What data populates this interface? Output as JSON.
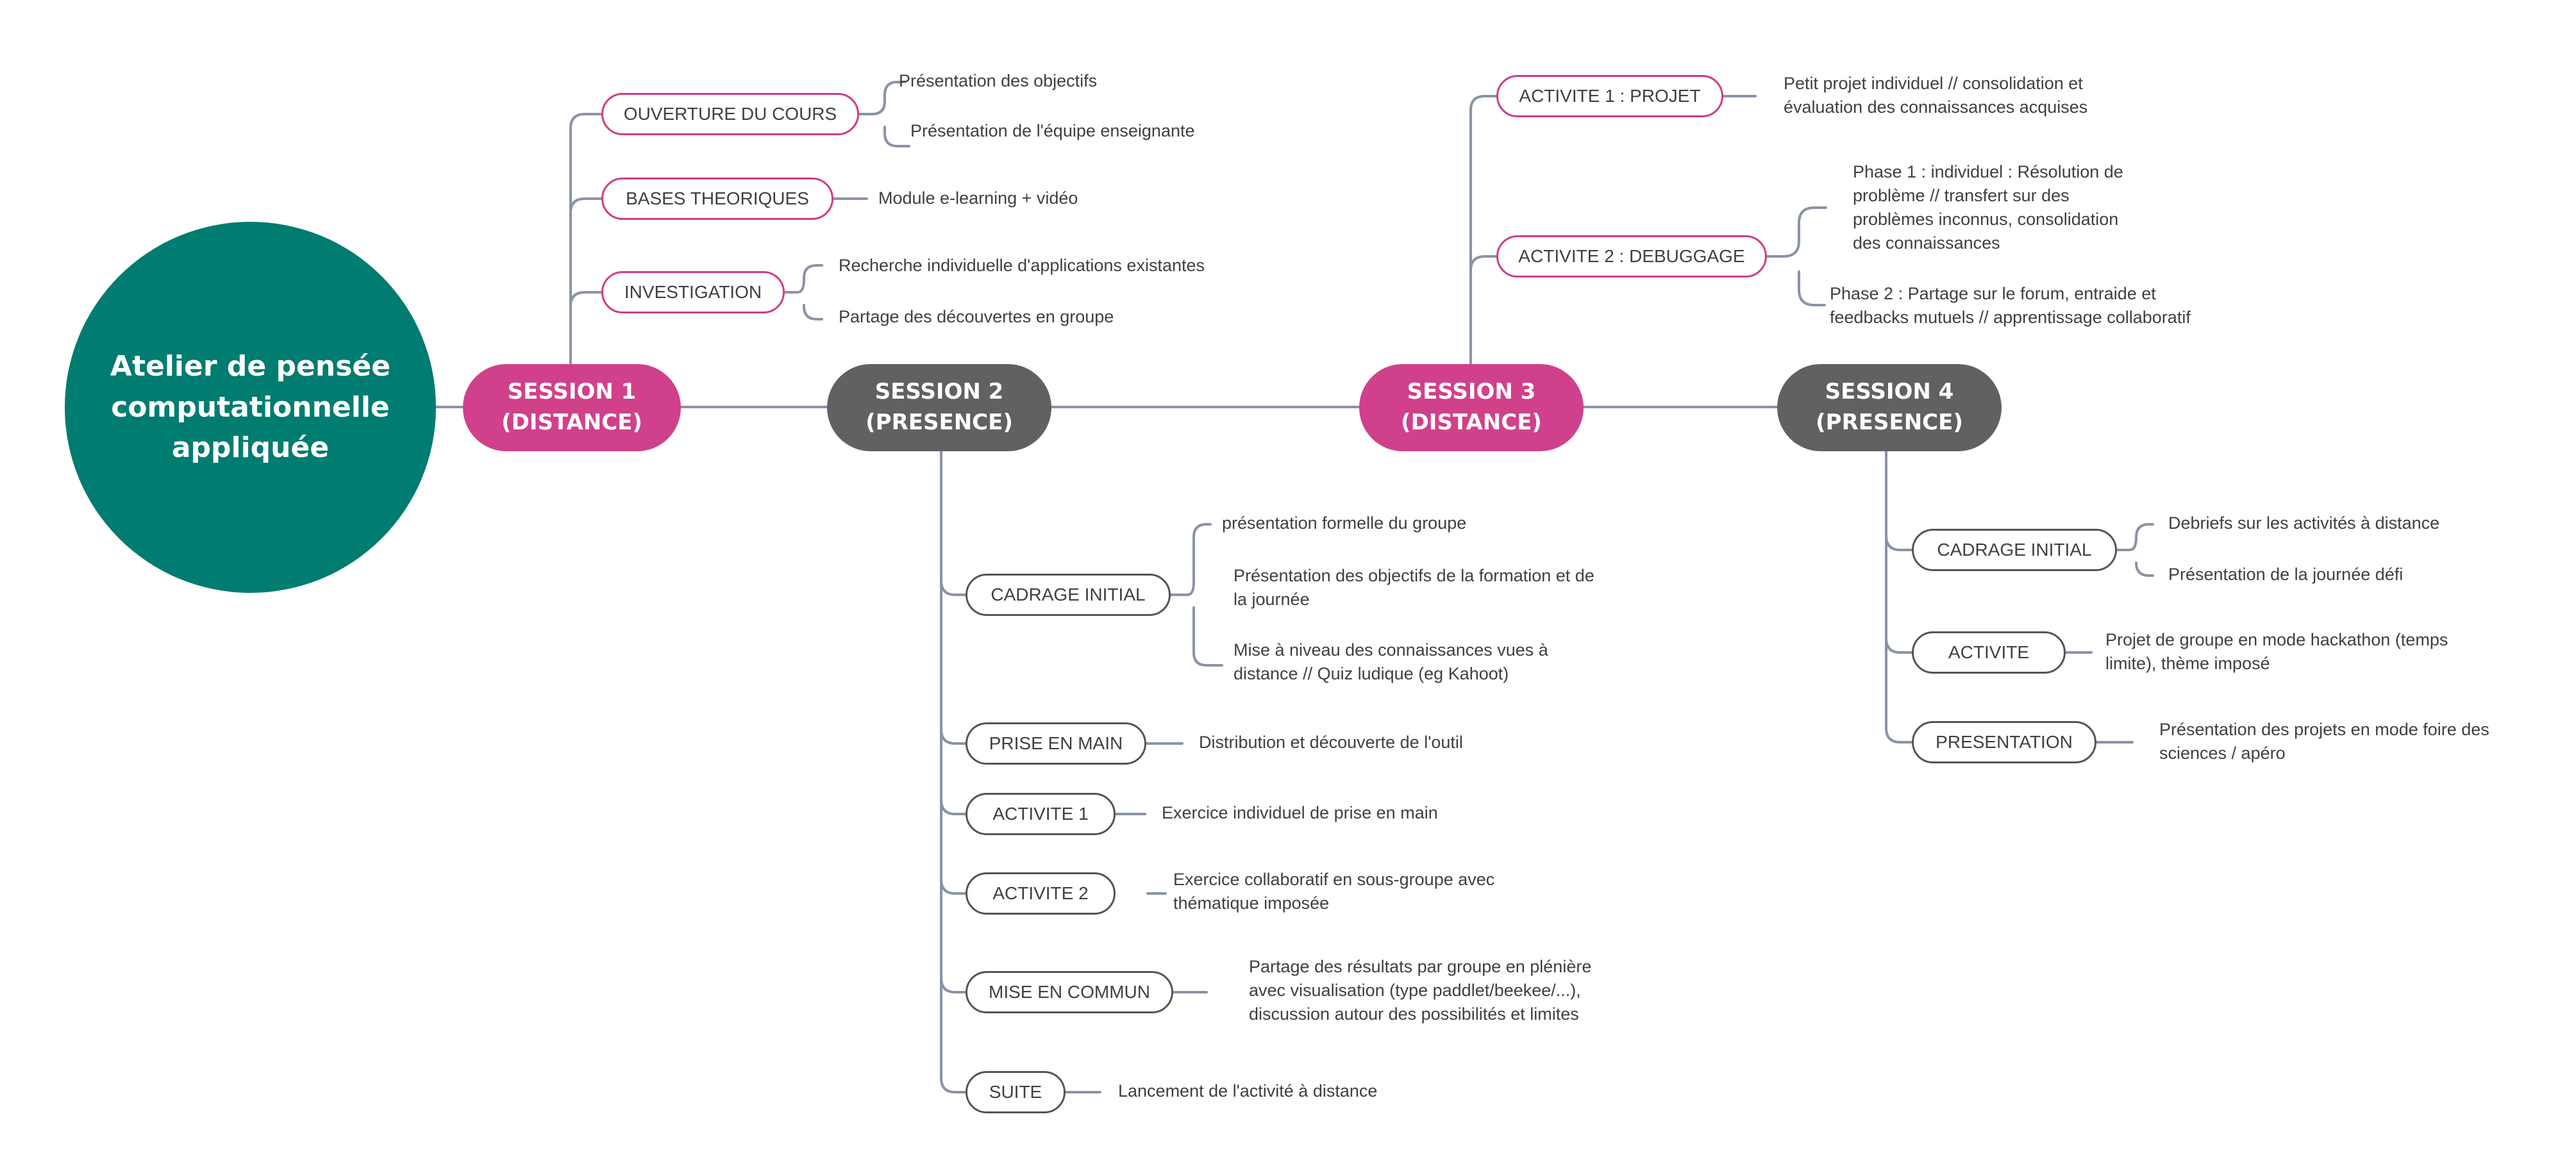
{
  "root": {
    "title": "Atelier de pensée\ncomputationnelle\nappliquée"
  },
  "colors": {
    "root": "#007c70",
    "distance": "#d1408a",
    "presence": "#616161",
    "line": "#8a93a6"
  },
  "sessions": {
    "s1": {
      "label": "SESSION 1\n(DISTANCE)",
      "children": [
        {
          "label": "OUVERTURE DU COURS",
          "leaves": [
            "Présentation des objectifs",
            "Présentation de l'équipe enseignante"
          ]
        },
        {
          "label": "BASES THEORIQUES",
          "leaves": [
            "Module e-learning + vidéo"
          ]
        },
        {
          "label": "INVESTIGATION",
          "leaves": [
            "Recherche individuelle d'applications existantes",
            "Partage des découvertes en groupe"
          ]
        }
      ]
    },
    "s2": {
      "label": "SESSION 2\n(PRESENCE)",
      "children": [
        {
          "label": "CADRAGE INITIAL",
          "leaves": [
            "présentation formelle du groupe",
            "Présentation des objectifs de la formation et de\nla journée",
            "Mise à niveau des connaissances vues à\ndistance // Quiz ludique (eg Kahoot)"
          ]
        },
        {
          "label": "PRISE EN MAIN",
          "leaves": [
            "Distribution et découverte de l'outil"
          ]
        },
        {
          "label": "ACTIVITE 1",
          "leaves": [
            "Exercice individuel de prise en main"
          ]
        },
        {
          "label": "ACTIVITE 2",
          "leaves": [
            "Exercice collaboratif en sous-groupe avec\nthématique imposée"
          ]
        },
        {
          "label": "MISE EN COMMUN",
          "leaves": [
            "Partage des résultats par groupe en plénière\navec visualisation (type paddlet/beekee/...),\ndiscussion autour des possibilités et limites"
          ]
        },
        {
          "label": "SUITE",
          "leaves": [
            "Lancement de l'activité à distance"
          ]
        }
      ]
    },
    "s3": {
      "label": "SESSION 3\n(DISTANCE)",
      "children": [
        {
          "label": "ACTIVITE 1 : PROJET",
          "leaves": [
            "Petit projet individuel // consolidation et\névaluation des connaissances acquises"
          ]
        },
        {
          "label": "ACTIVITE 2 : DEBUGGAGE",
          "leaves": [
            "Phase 1 : individuel : Résolution de\nproblème // transfert sur des\nproblèmes inconnus, consolidation\ndes connaissances",
            "Phase 2 : Partage sur le forum, entraide et\nfeedbacks mutuels  // apprentissage collaboratif"
          ]
        }
      ]
    },
    "s4": {
      "label": "SESSION 4\n(PRESENCE)",
      "children": [
        {
          "label": "CADRAGE INITIAL",
          "leaves": [
            "Debriefs sur les activités à distance",
            "Présentation de la journée défi"
          ]
        },
        {
          "label": "ACTIVITE",
          "leaves": [
            "Projet de groupe  en mode hackathon (temps\nlimite), thème imposé"
          ]
        },
        {
          "label": "PRESENTATION",
          "leaves": [
            "Présentation des projets en mode foire des\nsciences / apéro"
          ]
        }
      ]
    }
  }
}
